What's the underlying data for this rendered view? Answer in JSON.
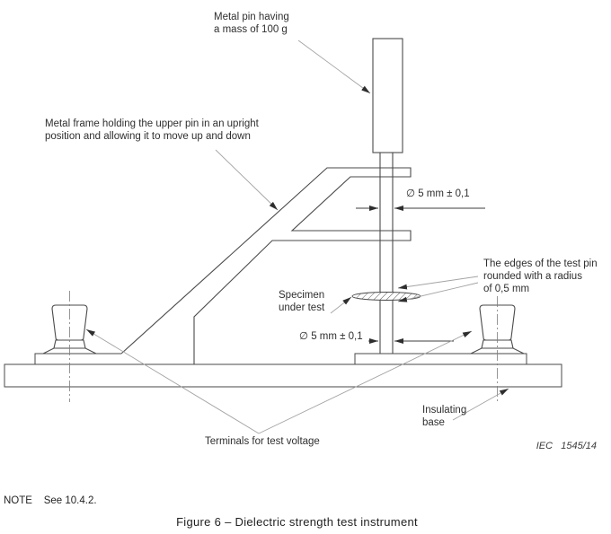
{
  "colors": {
    "line": "#4a4a4a",
    "leader": "#a3a3a3",
    "arrowhead": "#2e2e2e",
    "centerline": "#7d7d7d",
    "text": "#2f2f2f"
  },
  "diagram": {
    "labels": {
      "metal_pin": "Metal pin having\na mass of 100 g",
      "metal_frame": "Metal frame holding the upper pin in an upright\nposition and allowing it to move up and down",
      "dim_upper": "∅ 5 mm ± 0,1",
      "specimen": "Specimen\nunder test",
      "pin_edges": "The edges of the test pin\nrounded with a radius\nof 0,5 mm",
      "dim_lower": "∅ 5 mm ± 0,1",
      "insulating_base": "Insulating\nbase",
      "terminals": "Terminals for test voltage",
      "iec_ref": "IEC   1545/14"
    },
    "note": "NOTE    See 10.4.2.",
    "caption": "Figure 6 – Dielectric strength test instrument"
  }
}
